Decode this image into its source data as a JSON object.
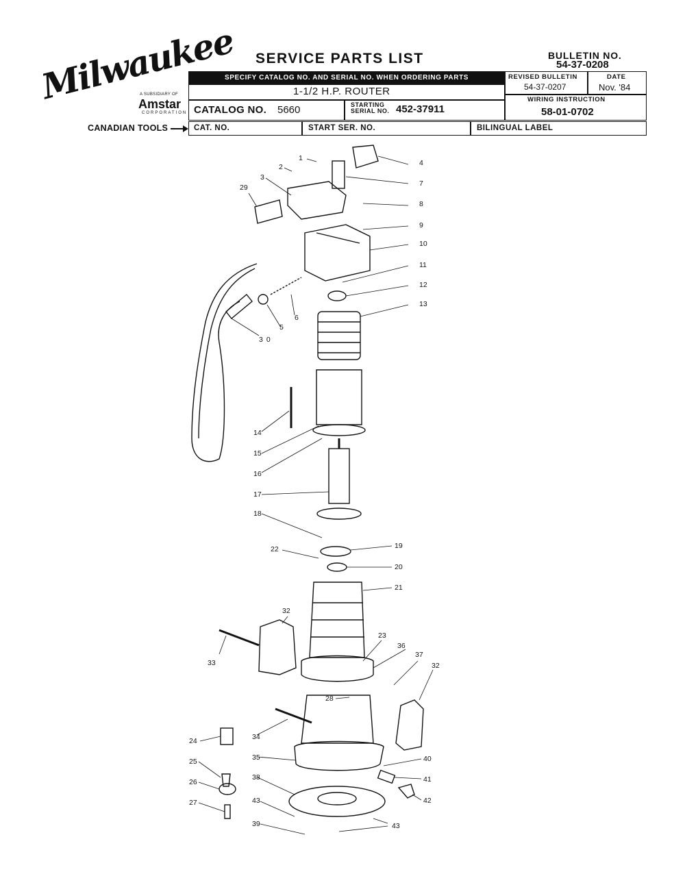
{
  "logo": {
    "brand": "Milwaukee",
    "subsidiary_line": "A SUBSIDIARY OF",
    "parent": "Amstar",
    "corporation": "CORPORATION"
  },
  "canadian_tools": "CANADIAN TOOLS",
  "title": "SERVICE PARTS LIST",
  "bulletin": {
    "label": "BULLETIN NO.",
    "number": "54-37-0208"
  },
  "header": {
    "specify_note": "SPECIFY CATALOG NO. AND SERIAL NO. WHEN ORDERING PARTS",
    "product": "1-1/2 H.P. ROUTER",
    "catalog_label": "CATALOG NO.",
    "catalog_value": "5660",
    "starting_serial_label_1": "STARTING",
    "starting_serial_label_2": "SERIAL NO.",
    "starting_serial_value": "452-37911",
    "revised_bulletin_label": "REVISED BULLETIN",
    "revised_bulletin_value": "54-37-0207",
    "date_label": "DATE",
    "date_value": "Nov. '84",
    "wiring_label": "WIRING INSTRUCTION",
    "wiring_value": "58-01-0702"
  },
  "canadian_row": {
    "cat_no": "CAT. NO.",
    "start_ser_no": "START SER. NO.",
    "bilingual_label": "BILINGUAL LABEL"
  },
  "callouts": [
    "1",
    "2",
    "3",
    "29",
    "4",
    "7",
    "8",
    "9",
    "10",
    "11",
    "12",
    "13",
    "5",
    "6",
    "30",
    "14",
    "15",
    "16",
    "17",
    "18",
    "19",
    "22",
    "20",
    "21",
    "32",
    "33",
    "23",
    "36",
    "37",
    "32",
    "28",
    "24",
    "34",
    "25",
    "35",
    "40",
    "41",
    "26",
    "38",
    "42",
    "27",
    "43",
    "39",
    "43"
  ]
}
